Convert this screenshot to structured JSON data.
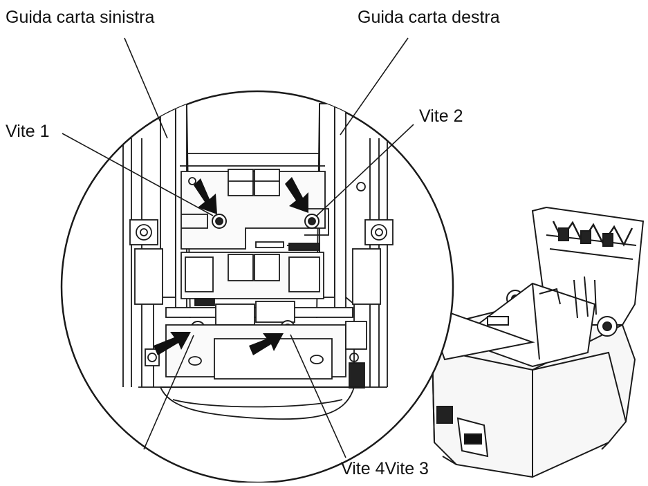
{
  "labels": {
    "left_paper_guide": "Guida carta sinistra",
    "right_paper_guide": "Guida carta destra",
    "screw_1": "Vite 1",
    "screw_2": "Vite 2",
    "screw_4_3": "Vite 4Vite 3"
  },
  "colors": {
    "line": "#1a1a1a",
    "fill_light": "#f2f2f2",
    "fill_dark": "#111111",
    "background": "#ffffff"
  }
}
